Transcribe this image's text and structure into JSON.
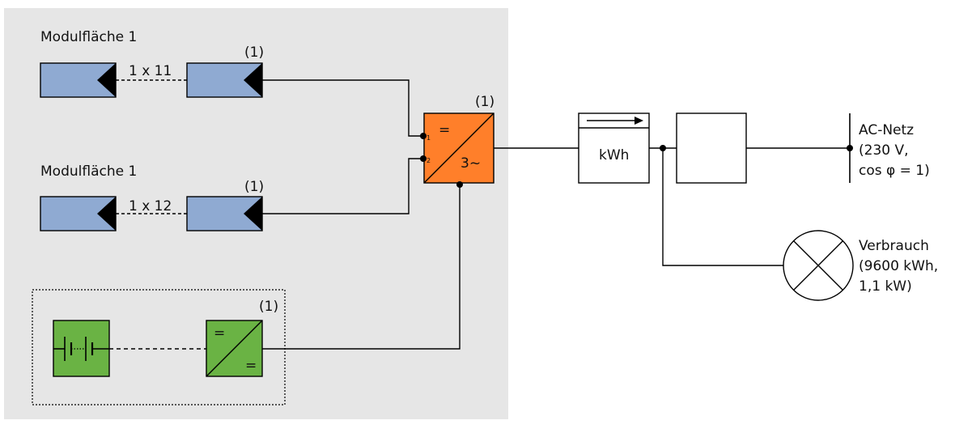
{
  "arrays": [
    {
      "name": "Modulfläche 1",
      "count": "1 x 11",
      "qty": "(1)"
    },
    {
      "name": "Modulfläche 1",
      "count": "1 x 12",
      "qty": "(1)"
    }
  ],
  "inverter": {
    "qty": "(1)",
    "dc_symbol": "=",
    "ac_symbol": "3~",
    "input_1": "1",
    "input_2": "2",
    "color": "#ff7f2a"
  },
  "battery_system": {
    "converter_qty": "(1)",
    "converter_top_symbol": "=",
    "converter_bottom_symbol": "=",
    "color": "#6ab344"
  },
  "meter": {
    "label": "kWh"
  },
  "grid": {
    "line1": "AC-Netz",
    "line2": "(230 V,",
    "line3": "cos φ  = 1)"
  },
  "consumer": {
    "line1": "Verbrauch",
    "line2": "(9600 kWh,",
    "line3": "1,1 kW)"
  },
  "colors": {
    "pv_module": "#8faad2",
    "system_background": "#e6e6e6"
  }
}
